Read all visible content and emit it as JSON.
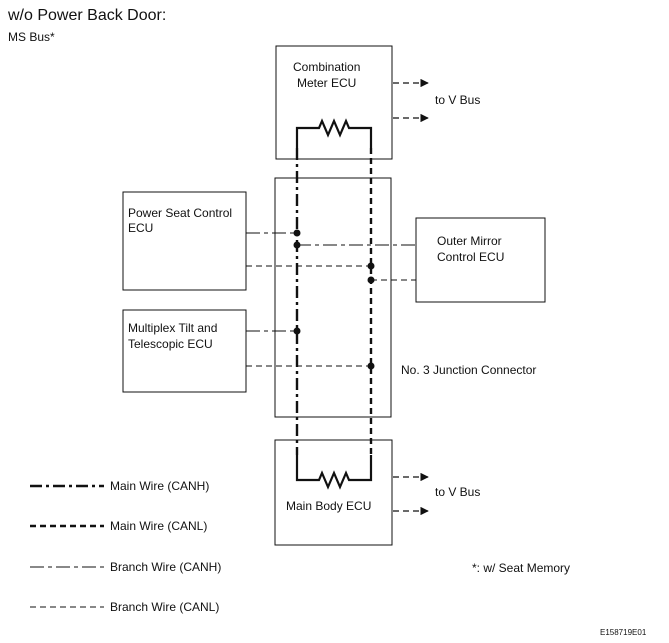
{
  "title": "w/o Power Back Door:",
  "subtitle": "MS Bus*",
  "ecus": {
    "combination_meter": [
      "Combination",
      "Meter ECU"
    ],
    "power_seat": [
      "Power Seat Control",
      "ECU"
    ],
    "outer_mirror": [
      "Outer Mirror",
      "Control ECU"
    ],
    "multiplex_tilt": [
      "Multiplex Tilt and",
      "Telescopic ECU"
    ],
    "main_body": "Main Body ECU"
  },
  "junction_connector": "No. 3 Junction Connector",
  "to_v_bus_top": "to V Bus",
  "to_v_bus_bottom": "to V Bus",
  "legend": {
    "main_canh": "Main Wire (CANH)",
    "main_canl": "Main Wire (CANL)",
    "branch_canh": "Branch Wire (CANH)",
    "branch_canl": "Branch Wire (CANL)"
  },
  "footnote": "*: w/ Seat Memory",
  "figure_id": "E158719E01"
}
